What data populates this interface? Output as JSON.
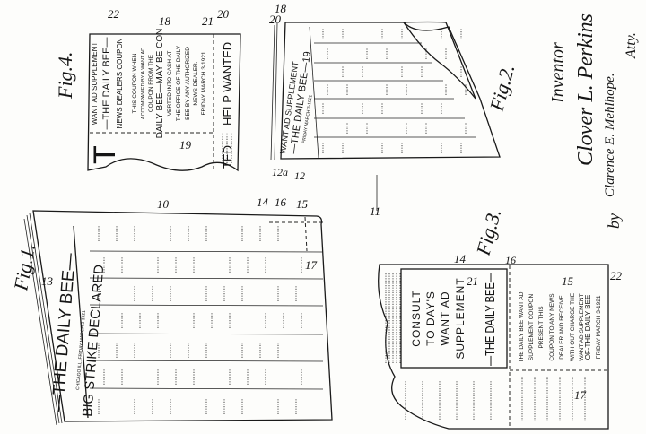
{
  "fig1": {
    "label": "Fig.1.",
    "masthead": "—THE DAILY BEE—",
    "dateline": "CHICAGO  ILL.  FRIDAY MARCH 3-1921",
    "headline": "BIG STRIKE DECLARED",
    "refs": [
      "10",
      "13",
      "14",
      "16",
      "15",
      "17"
    ]
  },
  "fig2": {
    "label": "Fig.2.",
    "line1": "WANT AD SUPPLEMENT",
    "line2": "—THE DAILY BEE—19",
    "line3": "FRIDAY MARCH 3-1921",
    "refs": [
      "18",
      "20",
      "12a",
      "12",
      "11"
    ]
  },
  "fig3": {
    "label": "Fig.3.",
    "box_lines": [
      "CONSULT",
      "TO DAY'S",
      "WANT AD",
      "SUPPLEMENT"
    ],
    "masthead": "—THE DAILY BEE—",
    "coupon_lines": [
      "THE DAILY BEE WANT AD",
      "SUPPLEMENT COUPON",
      "PRESENT THIS",
      "COUPON TO ANY NEWS",
      "DEALER AND RECEIVE",
      "WITH OUT CHARGE THE",
      "WANT AD SUPPLEMENT",
      "OF-THE DAILY BEE",
      "FRIDAY MARCH 3-1921"
    ],
    "refs": [
      "14",
      "21",
      "16",
      "15",
      "17",
      "22"
    ]
  },
  "fig4": {
    "label": "Fig.4.",
    "coupon_lines": [
      "WANT AD SUPPLEMENT",
      "—THE DAILY BEE—",
      "NEWS DEALERS COUPON",
      "THIS COUPON WHEN",
      "ACCOMPANIED BY A WANT AD",
      "COUPON FROM THE",
      "DAILY BEE—MAY BE CON",
      "VERTED INTO CASH AT",
      "THE OFFICE OF THE DAILY",
      "BEE BY ANY AUTHORIZED",
      "NEWS DEALER.",
      "FRIDAY MARCH 3-1921"
    ],
    "help_wanted": "HELP WANTED",
    "fragment": "TED",
    "big_letter": "T",
    "refs": [
      "22",
      "18",
      "21",
      "20",
      "19"
    ]
  },
  "signature": {
    "title": "Inventor",
    "inventor": "Clover L. Perkins",
    "by": "by",
    "attorney": "Clarence E. Mehlhope.",
    "atty": "Atty."
  }
}
